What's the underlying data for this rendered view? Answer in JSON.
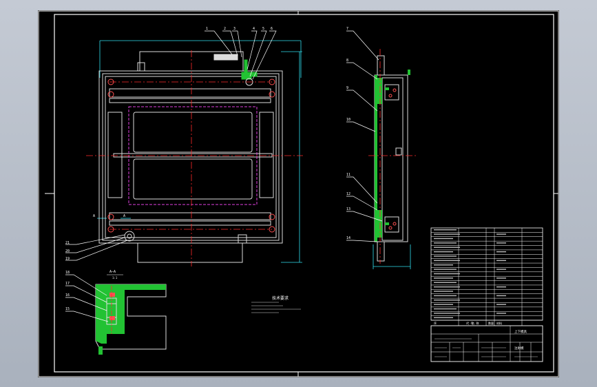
{
  "colors": {
    "background": "#000000",
    "frame": "#ffffff",
    "geometry": "#dcdcdc",
    "center_line": "#ff2a2a",
    "hidden_line": "#e040e0",
    "dimension": "#30e0f0",
    "hatch": "#22c233",
    "callout": "#ffffff"
  },
  "front_view": {
    "callouts_top": [
      "1",
      "2",
      "3",
      "4",
      "5",
      "6"
    ],
    "callouts_left": [
      "21",
      "20",
      "19"
    ],
    "section_marks": [
      "A",
      "A"
    ]
  },
  "side_view": {
    "callouts": [
      "7",
      "8",
      "9",
      "10",
      "11",
      "12",
      "13",
      "14"
    ]
  },
  "section_view": {
    "title": "A—A",
    "scale": "1:1",
    "callouts": [
      "18",
      "17",
      "16",
      "15"
    ]
  },
  "notes": {
    "heading": "技术要求"
  },
  "title_block": {
    "col_headers": [
      "序",
      "代 号",
      "名 称",
      "数量",
      "材料"
    ],
    "name": "上下模具",
    "subtitle": "注射模"
  }
}
